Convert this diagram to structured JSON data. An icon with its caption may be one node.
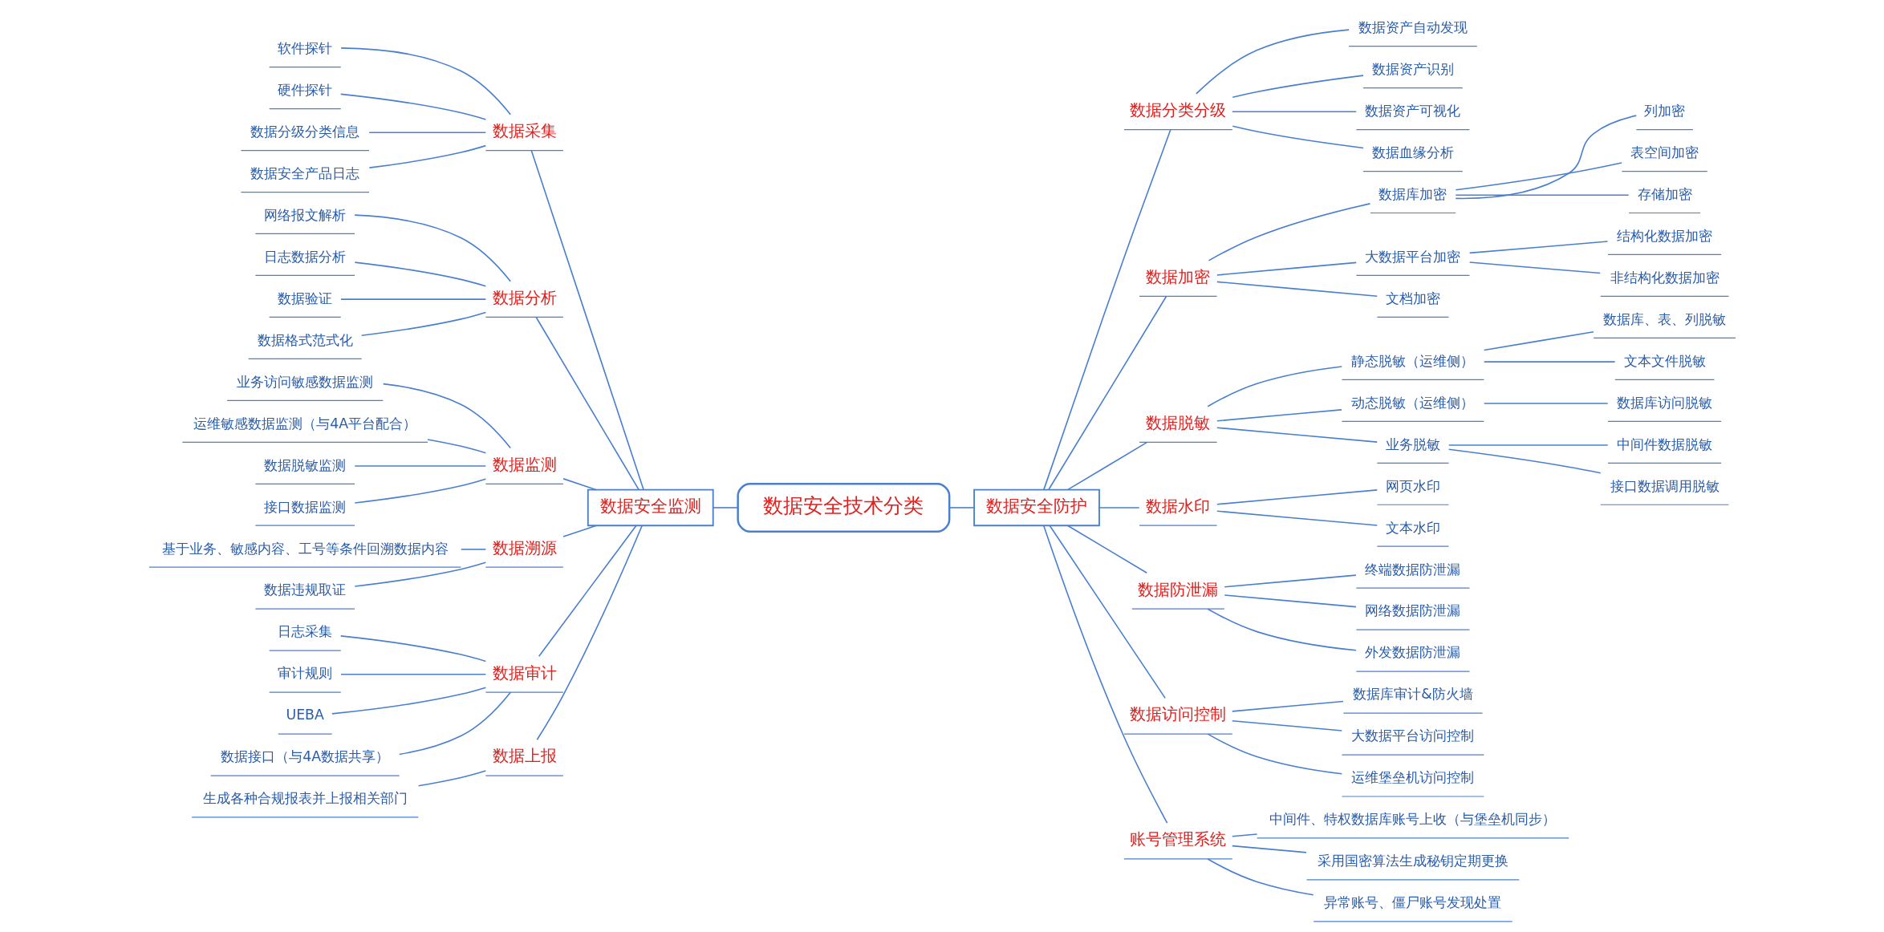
{
  "diagram": {
    "nodes": [
      {
        "text": [
          "数据安全技术分类"
        ]
      },
      {
        "text": [
          "数据安全监测"
        ]
      },
      {
        "text": [
          "数据采集"
        ]
      },
      {
        "text": [
          "软件探针"
        ]
      },
      {
        "text": [
          "硬件探针"
        ]
      },
      {
        "text": [
          "数据分级分类信息"
        ]
      },
      {
        "text": [
          "数据安全产品日志"
        ]
      },
      {
        "text": [
          "数据分析"
        ]
      },
      {
        "text": [
          "网络报文解析"
        ]
      },
      {
        "text": [
          "日志数据分析"
        ]
      },
      {
        "text": [
          "数据验证"
        ]
      },
      {
        "text": [
          "数据格式范式化"
        ]
      },
      {
        "text": [
          "数据监测"
        ]
      },
      {
        "text": [
          "业务访问敏感数据监测"
        ]
      },
      {
        "text": [
          "运维敏感数据监测（与4A平台配合）"
        ]
      },
      {
        "text": [
          "数据脱敏监测"
        ]
      },
      {
        "text": [
          "接口数据监测"
        ]
      },
      {
        "text": [
          "数据溯源"
        ]
      },
      {
        "text": [
          "基于业务、敏感内容、工号等条件回溯数据内容"
        ]
      },
      {
        "text": [
          "数据违规取证"
        ]
      },
      {
        "text": [
          "数据审计"
        ]
      },
      {
        "text": [
          "日志采集"
        ]
      },
      {
        "text": [
          "审计规则"
        ]
      },
      {
        "text": [
          "UEBA"
        ]
      },
      {
        "text": [
          "数据接口（与4A数据共享）"
        ]
      },
      {
        "text": [
          "数据上报"
        ]
      },
      {
        "text": [
          "生成各种合规报表并上报相关部门"
        ]
      },
      {
        "text": [
          "数据安全防护"
        ]
      },
      {
        "text": [
          "数据分类分级"
        ]
      },
      {
        "text": [
          "数据资产自动发现"
        ]
      },
      {
        "text": [
          "数据资产识别"
        ]
      },
      {
        "text": [
          "数据资产可视化"
        ]
      },
      {
        "text": [
          "数据血缘分析"
        ]
      },
      {
        "text": [
          "数据加密"
        ]
      },
      {
        "text": [
          "数据库加密"
        ]
      },
      {
        "text": [
          "列加密"
        ]
      },
      {
        "text": [
          "表空间加密"
        ]
      },
      {
        "text": [
          "存储加密"
        ]
      },
      {
        "text": [
          "大数据平台加密"
        ]
      },
      {
        "text": [
          "结构化数据加密"
        ]
      },
      {
        "text": [
          "非结构化数据加密"
        ]
      },
      {
        "text": [
          "文档加密"
        ]
      },
      {
        "text": [
          "数据脱敏"
        ]
      },
      {
        "text": [
          "静态脱敏（运维侧）"
        ]
      },
      {
        "text": [
          "数据库、表、列脱敏"
        ]
      },
      {
        "text": [
          "文本文件脱敏"
        ]
      },
      {
        "text": [
          "动态脱敏（运维侧）"
        ]
      },
      {
        "text": [
          "数据库访问脱敏"
        ]
      },
      {
        "text": [
          "业务脱敏"
        ]
      },
      {
        "text": [
          "中间件数据脱敏"
        ]
      },
      {
        "text": [
          "接口数据调用脱敏"
        ]
      },
      {
        "text": [
          "数据水印"
        ]
      },
      {
        "text": [
          "网页水印"
        ]
      },
      {
        "text": [
          "文本水印"
        ]
      },
      {
        "text": [
          "数据防泄漏"
        ]
      },
      {
        "text": [
          "终端数据防泄漏"
        ]
      },
      {
        "text": [
          "网络数据防泄漏"
        ]
      },
      {
        "text": [
          "外发数据防泄漏"
        ]
      },
      {
        "text": [
          "数据访问控制"
        ]
      },
      {
        "text": [
          "数据库审计&防火墙"
        ]
      },
      {
        "text": [
          "大数据平台访问控制"
        ]
      },
      {
        "text": [
          "运维堡垒机访问控制"
        ]
      },
      {
        "text": [
          "账号管理系统"
        ]
      },
      {
        "text": [
          "中间件、特权数据库账号上收（与堡垒机同步）"
        ]
      },
      {
        "text": [
          "采用国密算法生成秘钥定期更换"
        ]
      },
      {
        "text": [
          "异常账号、僵尸账号发现处置"
        ]
      }
    ],
    "edges": [
      {
        "from": 1,
        "to": 0,
        "arrow": "none"
      },
      {
        "from": 2,
        "to": 1,
        "arrow": "none"
      },
      {
        "from": 3,
        "to": 2,
        "arrow": "none"
      },
      {
        "from": 4,
        "to": 2,
        "arrow": "none"
      },
      {
        "from": 5,
        "to": 2,
        "arrow": "none"
      },
      {
        "from": 6,
        "to": 2,
        "arrow": "none"
      },
      {
        "from": 7,
        "to": 1,
        "arrow": "none"
      },
      {
        "from": 8,
        "to": 7,
        "arrow": "none"
      },
      {
        "from": 9,
        "to": 7,
        "arrow": "none"
      },
      {
        "from": 10,
        "to": 7,
        "arrow": "none"
      },
      {
        "from": 11,
        "to": 7,
        "arrow": "none"
      },
      {
        "from": 12,
        "to": 1,
        "arrow": "none"
      },
      {
        "from": 13,
        "to": 12,
        "arrow": "none"
      },
      {
        "from": 14,
        "to": 12,
        "arrow": "none"
      },
      {
        "from": 15,
        "to": 12,
        "arrow": "none"
      },
      {
        "from": 16,
        "to": 12,
        "arrow": "none"
      },
      {
        "from": 17,
        "to": 1,
        "arrow": "none"
      },
      {
        "from": 18,
        "to": 17,
        "arrow": "none"
      },
      {
        "from": 19,
        "to": 17,
        "arrow": "none"
      },
      {
        "from": 20,
        "to": 1,
        "arrow": "none"
      },
      {
        "from": 21,
        "to": 20,
        "arrow": "none"
      },
      {
        "from": 22,
        "to": 20,
        "arrow": "none"
      },
      {
        "from": 23,
        "to": 20,
        "arrow": "none"
      },
      {
        "from": 24,
        "to": 20,
        "arrow": "none"
      },
      {
        "from": 25,
        "to": 1,
        "arrow": "none"
      },
      {
        "from": 26,
        "to": 25,
        "arrow": "none"
      },
      {
        "from": 0,
        "to": 27,
        "arrow": "none"
      },
      {
        "from": 27,
        "to": 28,
        "arrow": "none"
      },
      {
        "from": 28,
        "to": 29,
        "arrow": "none"
      },
      {
        "from": 28,
        "to": 30,
        "arrow": "none"
      },
      {
        "from": 28,
        "to": 31,
        "arrow": "none"
      },
      {
        "from": 28,
        "to": 32,
        "arrow": "none"
      },
      {
        "from": 27,
        "to": 33,
        "arrow": "none"
      },
      {
        "from": 33,
        "to": 34,
        "arrow": "none"
      },
      {
        "from": 34,
        "to": 35,
        "arrow": "none"
      },
      {
        "from": 34,
        "to": 36,
        "arrow": "none"
      },
      {
        "from": 34,
        "to": 37,
        "arrow": "none"
      },
      {
        "from": 33,
        "to": 38,
        "arrow": "none"
      },
      {
        "from": 38,
        "to": 39,
        "arrow": "none"
      },
      {
        "from": 38,
        "to": 40,
        "arrow": "none"
      },
      {
        "from": 33,
        "to": 41,
        "arrow": "none"
      },
      {
        "from": 27,
        "to": 42,
        "arrow": "none"
      },
      {
        "from": 42,
        "to": 43,
        "arrow": "none"
      },
      {
        "from": 43,
        "to": 44,
        "arrow": "none"
      },
      {
        "from": 43,
        "to": 45,
        "arrow": "none"
      },
      {
        "from": 42,
        "to": 46,
        "arrow": "none"
      },
      {
        "from": 46,
        "to": 47,
        "arrow": "none"
      },
      {
        "from": 42,
        "to": 48,
        "arrow": "none"
      },
      {
        "from": 48,
        "to": 49,
        "arrow": "none"
      },
      {
        "from": 48,
        "to": 50,
        "arrow": "none"
      },
      {
        "from": 27,
        "to": 51,
        "arrow": "none"
      },
      {
        "from": 51,
        "to": 52,
        "arrow": "none"
      },
      {
        "from": 51,
        "to": 53,
        "arrow": "none"
      },
      {
        "from": 27,
        "to": 54,
        "arrow": "none"
      },
      {
        "from": 54,
        "to": 55,
        "arrow": "none"
      },
      {
        "from": 54,
        "to": 56,
        "arrow": "none"
      },
      {
        "from": 54,
        "to": 57,
        "arrow": "none"
      },
      {
        "from": 27,
        "to": 58,
        "arrow": "none"
      },
      {
        "from": 58,
        "to": 59,
        "arrow": "none"
      },
      {
        "from": 58,
        "to": 60,
        "arrow": "none"
      },
      {
        "from": 58,
        "to": 61,
        "arrow": "none"
      },
      {
        "from": 27,
        "to": 62,
        "arrow": "none"
      },
      {
        "from": 62,
        "to": 63,
        "arrow": "none"
      },
      {
        "from": 62,
        "to": 64,
        "arrow": "none"
      },
      {
        "from": 62,
        "to": 65,
        "arrow": "none"
      }
    ]
  }
}
